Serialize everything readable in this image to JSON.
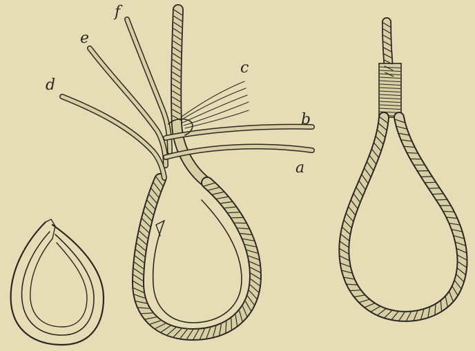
{
  "strand_labels": {
    "a": "a",
    "b": "b",
    "c": "c",
    "d": "d",
    "e": "e",
    "f": "f"
  },
  "colors": {
    "paper": "#e6dcb6",
    "ink": "#2b2720"
  },
  "figures": [
    {
      "icon": "thimble-icon"
    },
    {
      "icon": "eye-splice-in-progress-icon"
    },
    {
      "icon": "finished-eye-splice-icon"
    }
  ]
}
